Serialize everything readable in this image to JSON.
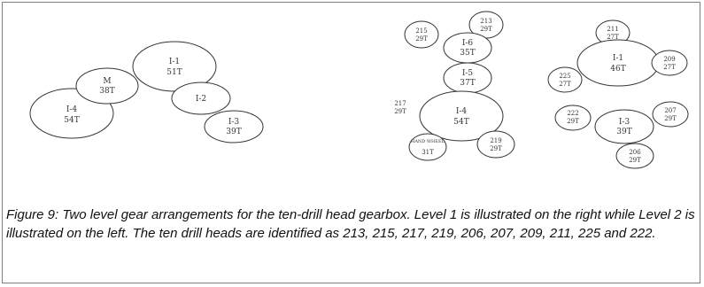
{
  "left_diagram": {
    "gears": [
      {
        "id": "I-1",
        "teeth": "51T"
      },
      {
        "id": "M",
        "teeth": "38T"
      },
      {
        "id": "I-2",
        "teeth": ""
      },
      {
        "id": "I-4",
        "teeth": "54T"
      },
      {
        "id": "I-3",
        "teeth": "39T"
      }
    ]
  },
  "right_diagram_a": {
    "gears": [
      {
        "id": "215",
        "teeth": "29T"
      },
      {
        "id": "213",
        "teeth": "29T"
      },
      {
        "id": "I-6",
        "teeth": "35T"
      },
      {
        "id": "I-5",
        "teeth": "37T"
      },
      {
        "id": "I-4",
        "teeth": "54T"
      },
      {
        "id": "HAND WHEEL",
        "teeth": "31T"
      },
      {
        "id": "219",
        "teeth": "29T"
      }
    ],
    "side_label": {
      "id": "217",
      "teeth": "29T"
    }
  },
  "right_diagram_b": {
    "gears": [
      {
        "id": "211",
        "teeth": "27T"
      },
      {
        "id": "I-1",
        "teeth": "46T"
      },
      {
        "id": "209",
        "teeth": "27T"
      },
      {
        "id": "225",
        "teeth": "27T"
      },
      {
        "id": "222",
        "teeth": "29T"
      },
      {
        "id": "I-3",
        "teeth": "39T"
      },
      {
        "id": "207",
        "teeth": "29T"
      },
      {
        "id": "206",
        "teeth": "29T"
      }
    ]
  },
  "caption": {
    "text": "Figure 9:  Two level gear arrangements for the ten-drill head gearbox.  Level 1 is illustrated on the right while Level 2 is illustrated on the left.  The ten drill heads are identified as 213, 215, 217, 219, 206, 207, 209, 211, 225 and 222."
  }
}
